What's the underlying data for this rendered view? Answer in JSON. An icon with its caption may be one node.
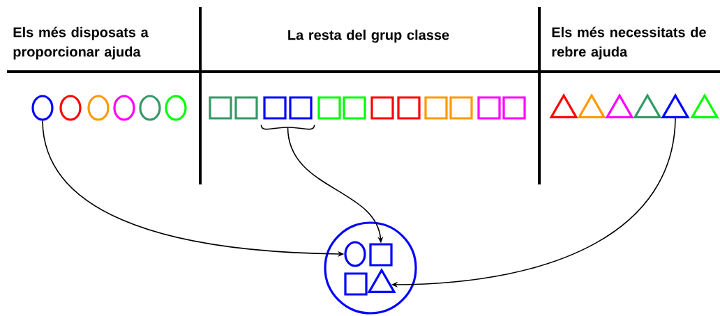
{
  "diagram": {
    "nodes": [
      {
        "text": [],
        "shape": "circle"
      },
      {
        "text": [],
        "shape": "circle"
      },
      {
        "text": [],
        "shape": "circle"
      },
      {
        "text": [],
        "shape": "circle"
      },
      {
        "text": [],
        "shape": "circle"
      },
      {
        "text": [],
        "shape": "circle"
      },
      {
        "text": [],
        "shape": "box"
      },
      {
        "text": [],
        "shape": "box"
      },
      {
        "text": [],
        "shape": "box"
      },
      {
        "text": [],
        "shape": "box"
      },
      {
        "text": [],
        "shape": "box"
      },
      {
        "text": [],
        "shape": "box"
      },
      {
        "text": [],
        "shape": "box"
      },
      {
        "text": [],
        "shape": "box"
      },
      {
        "text": [],
        "shape": "box"
      },
      {
        "text": [],
        "shape": "box"
      },
      {
        "text": [],
        "shape": "box"
      },
      {
        "text": [],
        "shape": "box"
      },
      {
        "text": [],
        "shape": "triangle"
      },
      {
        "text": [],
        "shape": "triangle"
      },
      {
        "text": [],
        "shape": "triangle"
      },
      {
        "text": [],
        "shape": "triangle"
      },
      {
        "text": [],
        "shape": "triangle"
      },
      {
        "text": [],
        "shape": "triangle"
      },
      {
        "text": [],
        "shape": "circle"
      },
      {
        "text": [],
        "shape": "circle",
        "in": 24
      },
      {
        "text": [],
        "shape": "box",
        "in": 24
      },
      {
        "text": [],
        "shape": "box",
        "in": 24
      },
      {
        "text": [],
        "shape": "triangle",
        "in": 24
      }
    ],
    "edges": [
      {
        "from": 0,
        "to": 25,
        "arrow": "to"
      },
      {
        "from": 8,
        "to": 26,
        "arrow": "to"
      },
      {
        "from": 9,
        "to": 26,
        "arrow": "to"
      },
      {
        "from": 22,
        "to": 28,
        "arrow": "to"
      }
    ],
    "labels": [
      "Els més disposats a proporcionar ajuda",
      "La resta del grup classe",
      "Els més necessitats de rebre ajuda"
    ]
  }
}
